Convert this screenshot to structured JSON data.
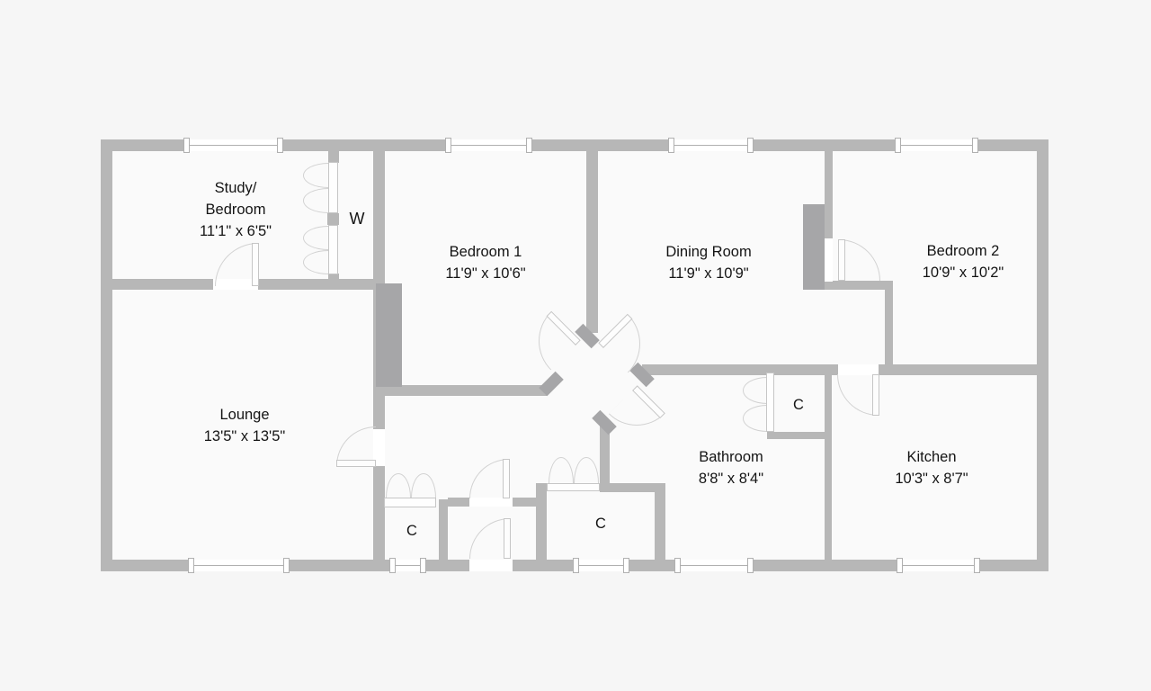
{
  "palette": {
    "background": "#f6f6f6",
    "floor": "#fafafa",
    "wall": "#b7b7b7",
    "wall_dark": "#a6a6a8",
    "text": "#141414"
  },
  "rooms": {
    "study": {
      "name_line1": "Study/",
      "name_line2": "Bedroom",
      "dims": "11'1\" x 6'5\""
    },
    "bedroom1": {
      "name": "Bedroom 1",
      "dims": "11'9\" x 10'6\""
    },
    "dining": {
      "name": "Dining Room",
      "dims": "11'9\" x 10'9\""
    },
    "bedroom2": {
      "name": "Bedroom 2",
      "dims": "10'9\" x 10'2\""
    },
    "lounge": {
      "name": "Lounge",
      "dims": "13'5\" x 13'5\""
    },
    "bathroom": {
      "name": "Bathroom",
      "dims": "8'8\" x 8'4\""
    },
    "kitchen": {
      "name": "Kitchen",
      "dims": "10'3\" x 8'7\""
    }
  },
  "features": {
    "wardrobe_label": "W",
    "closet_label_hall_left": "C",
    "closet_label_hall_right": "C",
    "closet_label_bathroom": "C"
  }
}
